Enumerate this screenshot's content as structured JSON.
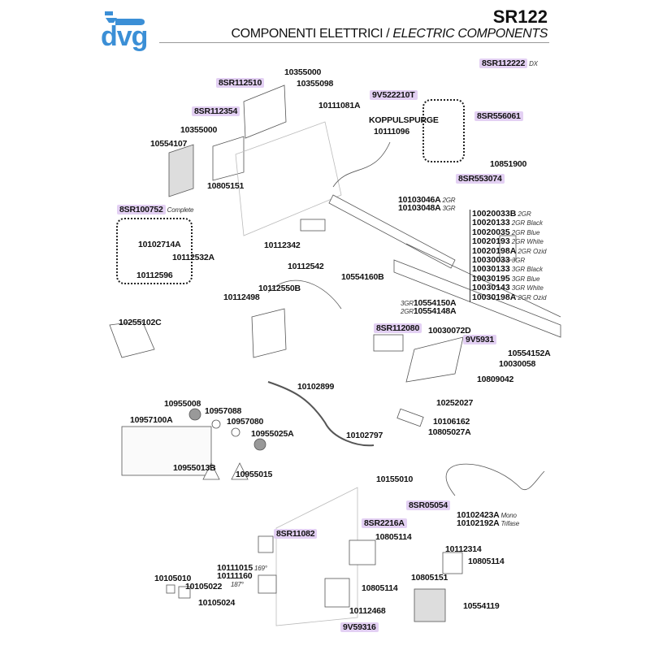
{
  "header": {
    "brand": "dvg",
    "model": "SR122",
    "title_it": "COMPONENTI ELETTRICI",
    "separator": " / ",
    "title_en": "ELECTRIC COMPONENTS"
  },
  "version": {
    "code": "8SR112222",
    "note": "DX"
  },
  "parts": [
    {
      "id": "p1",
      "code": "10355000"
    },
    {
      "id": "p2",
      "code": "8SR112510",
      "highlight": true
    },
    {
      "id": "p3",
      "code": "10355098"
    },
    {
      "id": "p4",
      "code": "9V522210T",
      "highlight": true
    },
    {
      "id": "p5",
      "code": "8SR112354",
      "highlight": true
    },
    {
      "id": "p6",
      "code": "10111081A"
    },
    {
      "id": "p7",
      "code": "KOPPULSPURGE"
    },
    {
      "id": "p8",
      "code": "8SR556061",
      "highlight": true
    },
    {
      "id": "p9",
      "code": "10355000"
    },
    {
      "id": "p10",
      "code": "10111096"
    },
    {
      "id": "p11",
      "code": "10554107"
    },
    {
      "id": "p12",
      "code": "10851900"
    },
    {
      "id": "p13",
      "code": "8SR553074",
      "highlight": true
    },
    {
      "id": "p14",
      "code": "10805151"
    },
    {
      "id": "p15",
      "code": "10103046A",
      "note": "2GR"
    },
    {
      "id": "p16",
      "code": "10103048A",
      "note": "3GR"
    },
    {
      "id": "p17",
      "code": "8SR100752",
      "highlight": true,
      "note": "Complete"
    },
    {
      "id": "p18",
      "code": "10102714A"
    },
    {
      "id": "p19",
      "code": "10112532A"
    },
    {
      "id": "p20",
      "code": "10112596"
    },
    {
      "id": "p21",
      "code": "10112342"
    },
    {
      "id": "p22",
      "code": "10112542"
    },
    {
      "id": "p23",
      "code": "10112550B"
    },
    {
      "id": "p24",
      "code": "10112498"
    },
    {
      "id": "p25",
      "code": "10554160B"
    },
    {
      "id": "p26",
      "code": "10554150A",
      "prefix": "3GR"
    },
    {
      "id": "p27",
      "code": "10554148A",
      "prefix": "2GR"
    },
    {
      "id": "p28",
      "code": "10255102C"
    },
    {
      "id": "p29",
      "code": "8SR112080",
      "highlight": true
    },
    {
      "id": "p30",
      "code": "10030072D"
    },
    {
      "id": "p31",
      "code": "9V5931",
      "highlight": true
    },
    {
      "id": "p32",
      "code": "10554152A"
    },
    {
      "id": "p33",
      "code": "10030058"
    },
    {
      "id": "p34",
      "code": "10809042"
    },
    {
      "id": "p35",
      "code": "10102899"
    },
    {
      "id": "p36",
      "code": "10252027"
    },
    {
      "id": "p37",
      "code": "10955008"
    },
    {
      "id": "p38",
      "code": "10957088"
    },
    {
      "id": "p39",
      "code": "10957100A"
    },
    {
      "id": "p40",
      "code": "10957080"
    },
    {
      "id": "p41",
      "code": "10955025A"
    },
    {
      "id": "p42",
      "code": "10106162"
    },
    {
      "id": "p43",
      "code": "10805027A"
    },
    {
      "id": "p44",
      "code": "10102797"
    },
    {
      "id": "p45",
      "code": "10955013B"
    },
    {
      "id": "p46",
      "code": "10955015"
    },
    {
      "id": "p47",
      "code": "10155010"
    },
    {
      "id": "p48",
      "code": "8SR05054",
      "highlight": true
    },
    {
      "id": "p49",
      "code": "10102423A",
      "note": "Mono"
    },
    {
      "id": "p50",
      "code": "10102192A",
      "note": "Trifase"
    },
    {
      "id": "p51",
      "code": "8SR2216A",
      "highlight": true
    },
    {
      "id": "p52",
      "code": "8SR11082",
      "highlight": true
    },
    {
      "id": "p53",
      "code": "10805114"
    },
    {
      "id": "p54",
      "code": "10112314"
    },
    {
      "id": "p55",
      "code": "10805114"
    },
    {
      "id": "p56",
      "code": "10111015",
      "note": "169°"
    },
    {
      "id": "p57",
      "code": "10111160"
    },
    {
      "id": "p58",
      "code": "187°"
    },
    {
      "id": "p59",
      "code": "10105010"
    },
    {
      "id": "p60",
      "code": "10105022"
    },
    {
      "id": "p61",
      "code": "10805114"
    },
    {
      "id": "p62",
      "code": "10805151"
    },
    {
      "id": "p63",
      "code": "10105024"
    },
    {
      "id": "p64",
      "code": "10112468"
    },
    {
      "id": "p65",
      "code": "10554119"
    },
    {
      "id": "p66",
      "code": "9V59316",
      "highlight": true
    }
  ],
  "group_list": [
    {
      "code": "10020033B",
      "note": "2GR"
    },
    {
      "code": "10020133",
      "note": "2GR Black"
    },
    {
      "code": "10020035",
      "note": "2GR Blue"
    },
    {
      "code": "10020193",
      "note": "2GR White"
    },
    {
      "code": "10020198A",
      "note": "2GR Ozid"
    },
    {
      "code": "10030033",
      "note": "3GR"
    },
    {
      "code": "10030133",
      "note": "3GR Black"
    },
    {
      "code": "10030195",
      "note": "3GR Blue"
    },
    {
      "code": "10030143",
      "note": "3GR White"
    },
    {
      "code": "10030198A",
      "note": "2GR Ozid"
    }
  ],
  "colors": {
    "brand": "#3b8fd6",
    "highlight": "#e3d0f3"
  }
}
